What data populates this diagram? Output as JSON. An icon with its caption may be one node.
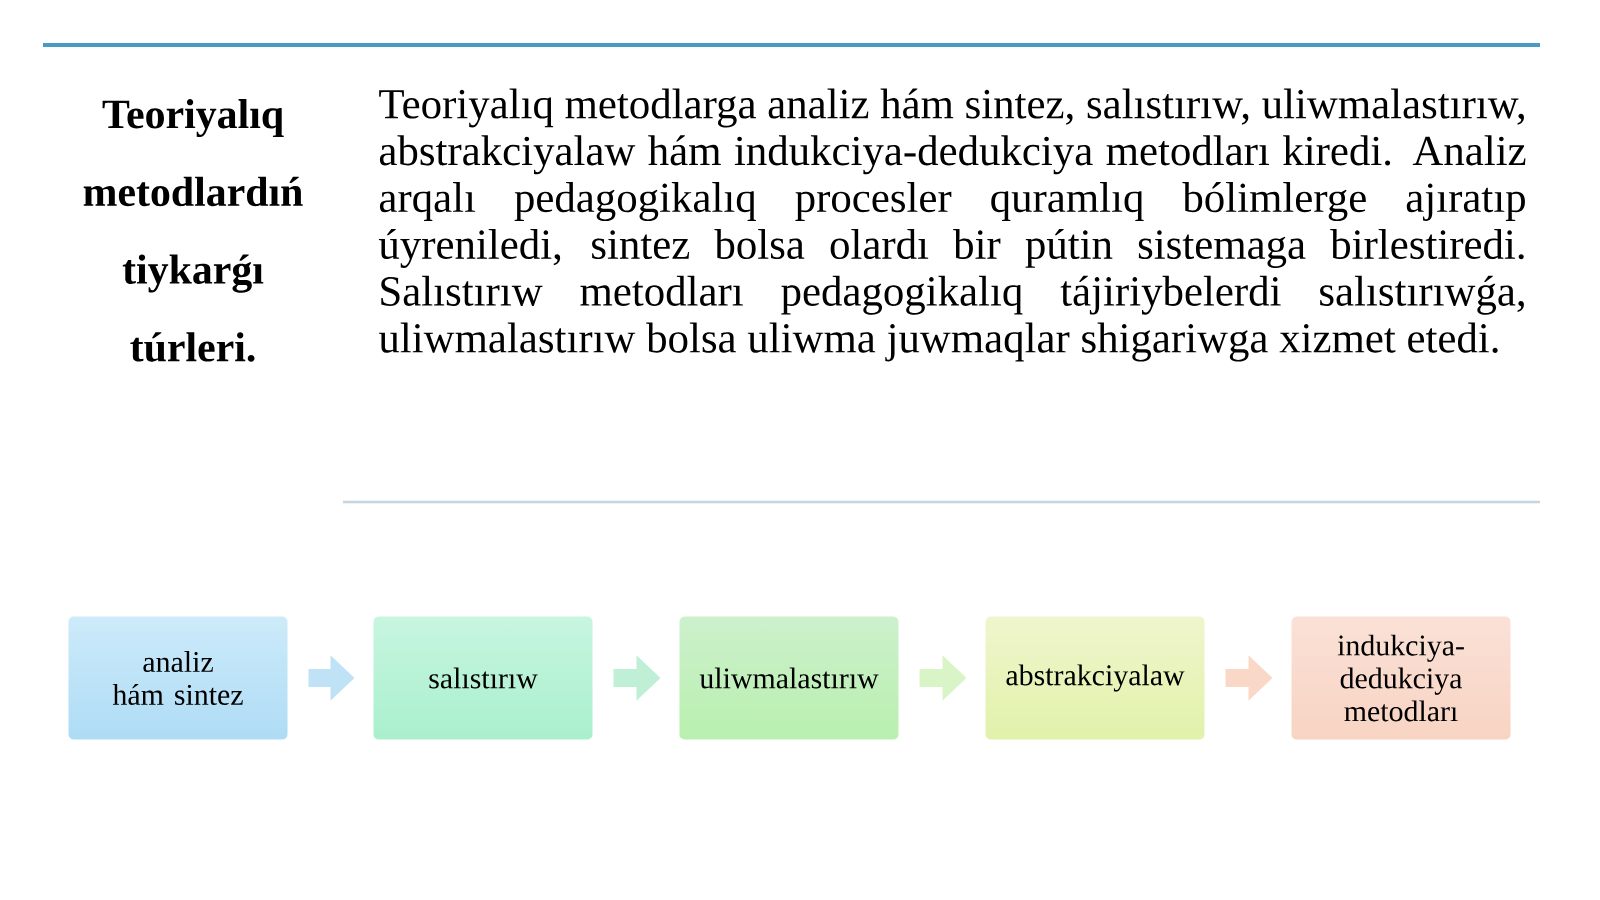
{
  "diagram": {
    "title": "Teoriyalıq metodlardıń tiykarǵı túrleri.",
    "nodes": [
      {
        "text": [
          "analiz hám sintez"
        ]
      },
      {
        "text": [
          "salıstırıw"
        ]
      },
      {
        "text": [
          "uliwmalastırıw"
        ]
      },
      {
        "text": [
          "abstrakciyalaw"
        ]
      },
      {
        "text": [
          "indukciya-dedukciya metodları"
        ]
      }
    ],
    "edges": [
      {
        "from": 0,
        "to": 1,
        "arrow": "to",
        "color": "#bfe2f6"
      },
      {
        "from": 1,
        "to": 2,
        "arrow": "to",
        "color": "#bff0d6"
      },
      {
        "from": 2,
        "to": 3,
        "arrow": "to",
        "color": "#d9f5c8"
      },
      {
        "from": 3,
        "to": 4,
        "arrow": "to",
        "color": "#f9d8c8"
      }
    ],
    "labels": [
      "Teoriyalıq metodlarga analiz hám sintez, salıstırıw, uliwmalastırıw, abstrakciyalaw hám indukciya-dedukciya metodları kiredi. Analiz arqalı pedagogikalıq procesler quramlıq bólimlerge ajıratıp úyreniledi, sintez bolsa olardı bir pútin sistemaga birlestiredi. Salıstırıw metodları pedagogikalıq tájiriybelerdi salıstırıwǵa, uliwmalastırıw bolsa uliwma juwmaqlar shigariwga xizmet etedi."
    ]
  }
}
